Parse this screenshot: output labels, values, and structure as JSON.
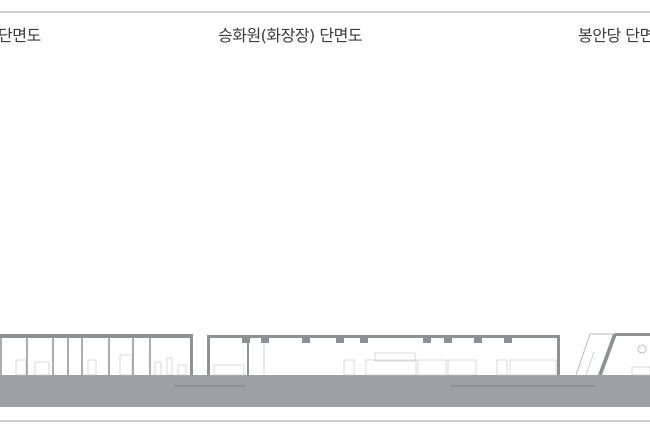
{
  "titles": {
    "left": "단면도",
    "center": "승화원(화장장) 단면도",
    "right": "봉안당 단면도"
  },
  "colors": {
    "ground": "#9ea1a4",
    "structure": "#8e9194",
    "line": "#c9cbcd",
    "text": "#3a3a3a"
  }
}
